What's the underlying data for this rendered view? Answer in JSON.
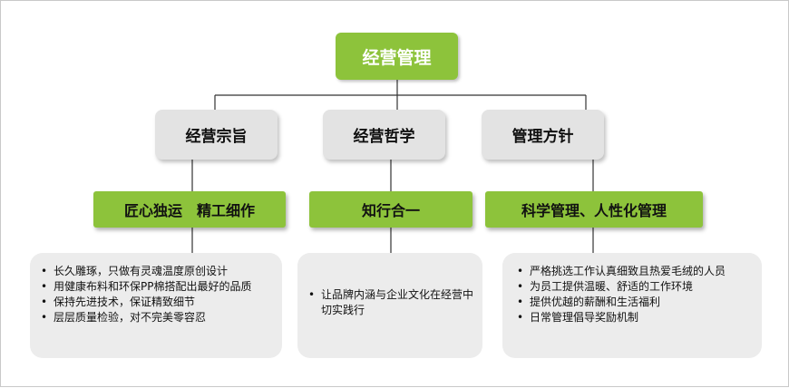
{
  "root": {
    "label": "经营管理"
  },
  "branches": [
    {
      "title": "经营宗旨",
      "motto": "匠心独运　精工细作",
      "items": [
        "长久雕琢，只做有灵魂温度原创设计",
        "用健康布料和环保PP棉搭配出最好的品质",
        "保持先进技术，保证精致细节",
        "层层质量检验，对不完美零容忍"
      ]
    },
    {
      "title": "经营哲学",
      "motto": "知行合一",
      "items": [
        "让品牌内涵与企业文化在经营中切实践行"
      ]
    },
    {
      "title": "管理方针",
      "motto": "科学管理、人性化管理",
      "items": [
        "严格挑选工作认真细致且热爱毛绒的人员",
        "为员工提供温暖、舒适的工作环境",
        "提供优越的薪酬和生活福利",
        "日常管理倡导奖励机制"
      ]
    }
  ],
  "colors": {
    "accent_green": "#8dc33b",
    "node_gray": "#e3e3e3",
    "detail_gray": "#ececec",
    "line": "#333333"
  }
}
